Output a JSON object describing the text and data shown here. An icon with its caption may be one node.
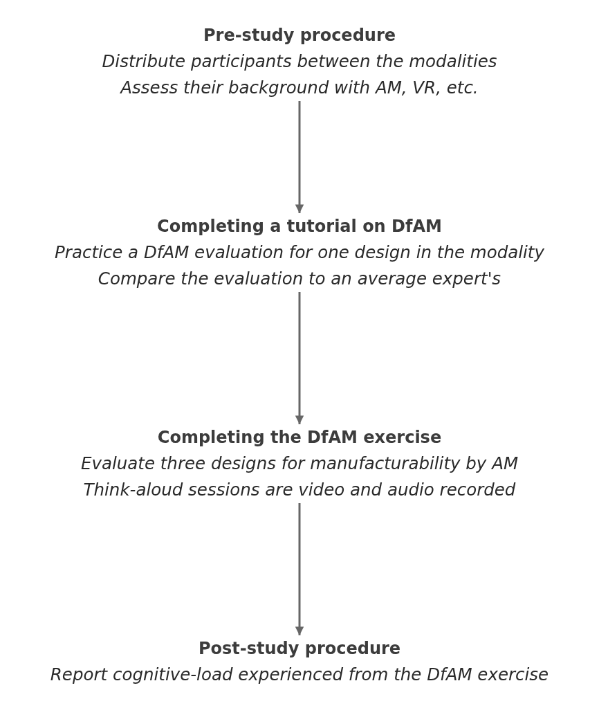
{
  "diagram": {
    "nodes": [
      {
        "text": [
          "Pre-study procedure",
          "Distribute participants between the modalities",
          "Assess their background with AM, VR, etc."
        ]
      },
      {
        "text": [
          "Completing a tutorial on DfAM",
          "Practice a DfAM evaluation for one design in the modality",
          "Compare the evaluation to an average expert's"
        ]
      },
      {
        "text": [
          "Completing the DfAM exercise",
          "Evaluate three designs for manufacturability by AM",
          "Think-aloud sessions are video and audio recorded"
        ]
      },
      {
        "text": [
          "Post-study procedure",
          "Report cognitive-load experienced from the DfAM exercise"
        ]
      }
    ],
    "edges": [
      {
        "from": 0,
        "to": 1,
        "arrow": "to"
      },
      {
        "from": 1,
        "to": 2,
        "arrow": "to"
      },
      {
        "from": 2,
        "to": 3,
        "arrow": "to"
      }
    ]
  }
}
